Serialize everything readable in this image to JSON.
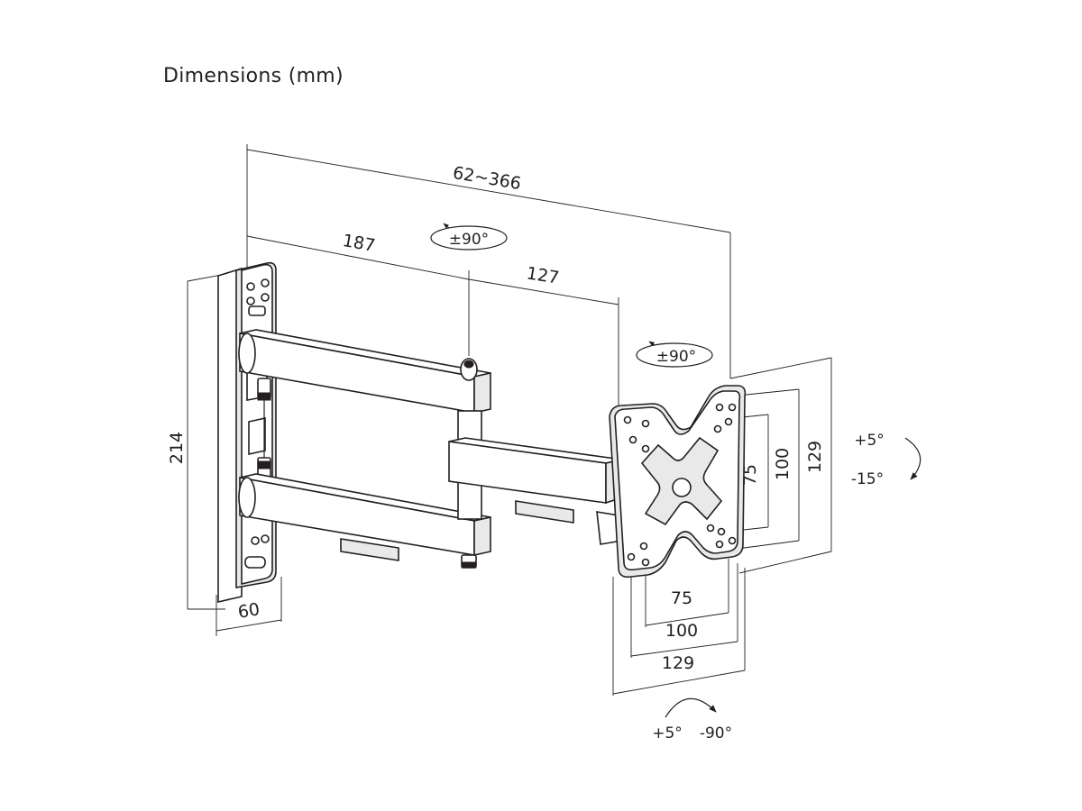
{
  "heading": "Dimensions (mm)",
  "dimensions": {
    "total_extension": "62~366",
    "first_arm": "187",
    "second_arm": "127",
    "wall_plate_height": "214",
    "wall_plate_width": "60",
    "vesa_small_h": "75",
    "vesa_large_h": "100",
    "plate_h": "129",
    "vesa_small_w": "75",
    "vesa_large_w": "100",
    "plate_w": "129"
  },
  "rotations": {
    "arm_swivel": "±90°",
    "head_rotation": "±90°",
    "tilt_up": "+5°",
    "tilt_down": "-15°",
    "swivel_left": "+5°",
    "swivel_right": "-90°"
  }
}
